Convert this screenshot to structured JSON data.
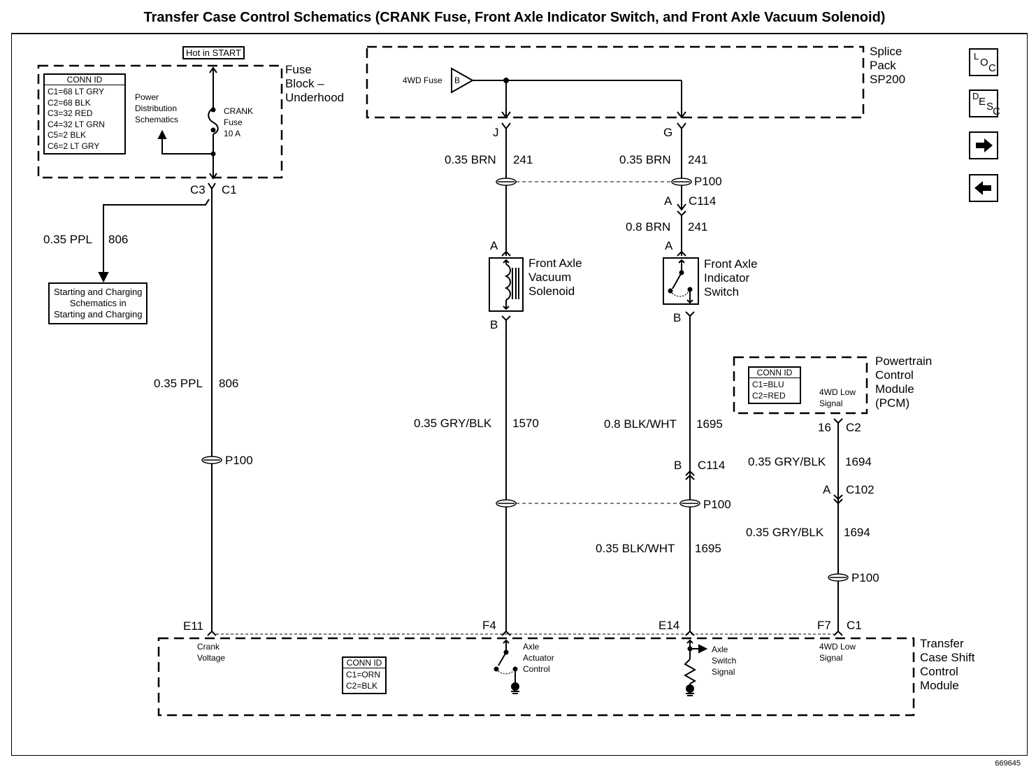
{
  "title": "Transfer Case Control Schematics (CRANK Fuse, Front Axle Indicator Switch, and Front Axle Vacuum Solenoid)",
  "figure_number": "669645",
  "nav_buttons": {
    "loc": {
      "letters": [
        "L",
        "O",
        "C"
      ],
      "icon": "location-icon"
    },
    "desc": {
      "letters": [
        "D",
        "E",
        "S",
        "C"
      ],
      "icon": "description-icon"
    },
    "next": {
      "icon": "arrow-right-icon"
    },
    "prev": {
      "icon": "arrow-left-icon"
    }
  },
  "fuse_block": {
    "name": [
      "Fuse",
      "Block –",
      "Underhood"
    ],
    "hot_label": "Hot in START",
    "conn_id": {
      "header": "CONN ID",
      "rows": [
        "C1=68 LT GRY",
        "C2=68 BLK",
        "C3=32 RED",
        "C4=32 LT GRN",
        "C5=2 BLK",
        "C6=2 LT GRY"
      ]
    },
    "power_dist": [
      "Power",
      "Distribution",
      "Schematics"
    ],
    "fuse": [
      "CRANK",
      "Fuse",
      "10 A"
    ],
    "connector_left": "C3",
    "connector_right": "C1"
  },
  "splice_pack": {
    "name": [
      "Splice",
      "Pack",
      "SP200"
    ],
    "fuse_label": "4WD Fuse",
    "fuse_pin": "B",
    "pin_j": "J",
    "pin_g": "G"
  },
  "starting_charging": {
    "wire_gauge": "0.35 PPL",
    "circuit": "806",
    "ref_box": [
      "Starting and Charging",
      "Schematics in",
      "Starting and Charging"
    ]
  },
  "crank_circuit": {
    "wire_gauge": "0.35 PPL",
    "circuit": "806",
    "passthrough": "P100",
    "module_pin": "E11",
    "module_label": [
      "Crank",
      "Voltage"
    ]
  },
  "solenoid_circuit": {
    "upper_wire": {
      "gauge": "0.35 BRN",
      "circuit": "241"
    },
    "pin_a": "A",
    "pin_b": "B",
    "component": [
      "Front Axle",
      "Vacuum",
      "Solenoid"
    ],
    "lower_wire": {
      "gauge": "0.35 GRY/BLK",
      "circuit": "1570"
    },
    "module_pin": "F4",
    "module_label": [
      "Axle",
      "Actuator",
      "Control"
    ]
  },
  "switch_circuit": {
    "upper_wire": {
      "gauge": "0.35 BRN",
      "circuit": "241"
    },
    "passthrough": "P100",
    "conn_top": {
      "pin": "A",
      "id": "C114"
    },
    "mid_wire": {
      "gauge": "0.8 BRN",
      "circuit": "241"
    },
    "pin_a": "A",
    "pin_b": "B",
    "component": [
      "Front Axle",
      "Indicator",
      "Switch"
    ],
    "lower_wire": {
      "gauge": "0.8 BLK/WHT",
      "circuit": "1695"
    },
    "conn_bottom": {
      "pin": "B",
      "id": "C114"
    },
    "passthrough2": "P100",
    "bottom_wire": {
      "gauge": "0.35 BLK/WHT",
      "circuit": "1695"
    },
    "module_pin": "E14",
    "module_label": [
      "Axle",
      "Switch",
      "Signal"
    ]
  },
  "pcm": {
    "name": [
      "Powertrain",
      "Control",
      "Module",
      "(PCM)"
    ],
    "conn_id": {
      "header": "CONN ID",
      "rows": [
        "C1=BLU",
        "C2=RED"
      ]
    },
    "signal_label": [
      "4WD Low",
      "Signal"
    ],
    "pin": "16",
    "connector": "C2"
  },
  "low_circuit": {
    "wire1": {
      "gauge": "0.35 GRY/BLK",
      "circuit": "1694"
    },
    "conn": {
      "pin": "A",
      "id": "C102"
    },
    "wire2": {
      "gauge": "0.35 GRY/BLK",
      "circuit": "1694"
    },
    "passthrough": "P100",
    "module_pin": "F7",
    "module_conn": "C1",
    "module_label": [
      "4WD Low",
      "Signal"
    ]
  },
  "tccm": {
    "name": [
      "Transfer",
      "Case Shift",
      "Control",
      "Module"
    ],
    "conn_id": {
      "header": "CONN ID",
      "rows": [
        "C1=ORN",
        "C2=BLK"
      ]
    }
  }
}
